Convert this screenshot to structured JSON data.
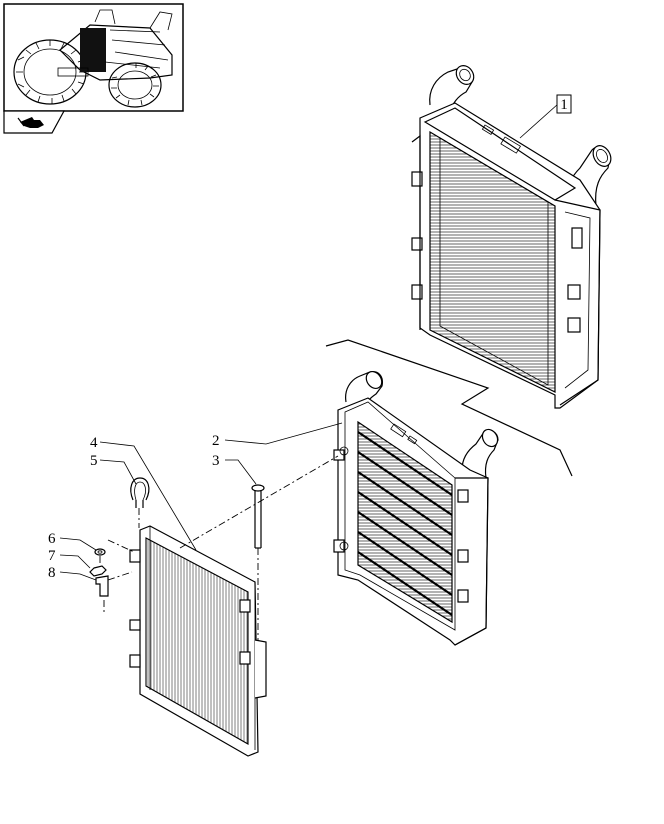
{
  "callouts": {
    "c1": "1",
    "c2": "2",
    "c3": "3",
    "c4": "4",
    "c5": "5",
    "c6": "6",
    "c7": "7",
    "c8": "8"
  },
  "icons": {
    "thumbnail": "tractor-thumbnail-icon",
    "nav": "arrow-right-icon"
  }
}
